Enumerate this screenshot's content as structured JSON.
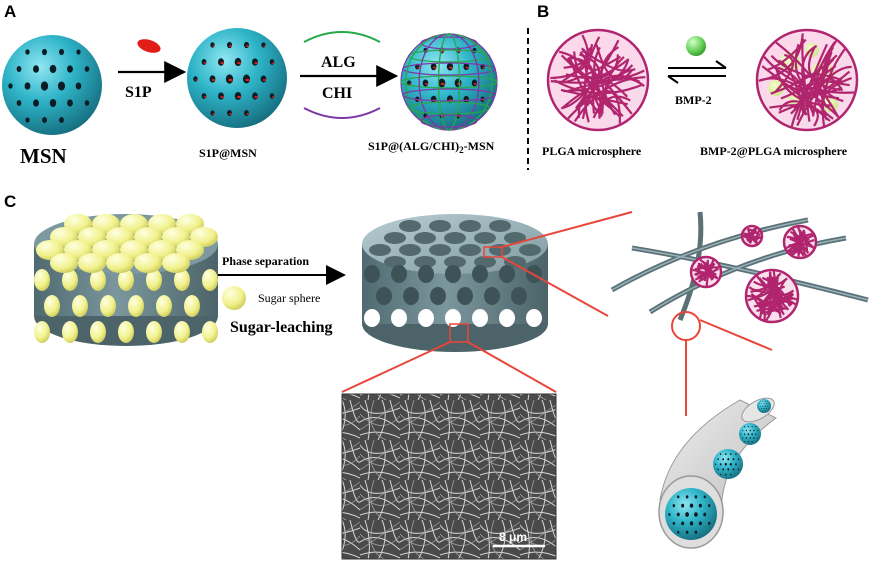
{
  "panels": {
    "a": "A",
    "b": "B",
    "c": "C"
  },
  "panel_a": {
    "msn": "MSN",
    "s1p_reagent": "S1P",
    "s1p_msn": "S1P@MSN",
    "alg": "ALG",
    "chi": "CHI",
    "coated_prefix": "S1P@(ALG/CHI)",
    "coated_sub": "2",
    "coated_suffix": "-MSN"
  },
  "panel_b": {
    "plga": "PLGA microsphere",
    "bmp2": "BMP-2",
    "bmp2_plga": "BMP-2@PLGA microsphere"
  },
  "panel_c": {
    "phase_separation": "Phase separation",
    "sugar_sphere": "Sugar sphere",
    "sugar_leaching": "Sugar-leaching",
    "scale_bar": "8 μm"
  },
  "colors": {
    "cyan": "#2fb4c8",
    "magenta": "#b0256e",
    "yellow": "#f4f49a",
    "scaffold": "#6f8a90",
    "accent_red": "#e8463a",
    "alg_green": "#27a84a",
    "chi_purple": "#7a3aa8"
  }
}
